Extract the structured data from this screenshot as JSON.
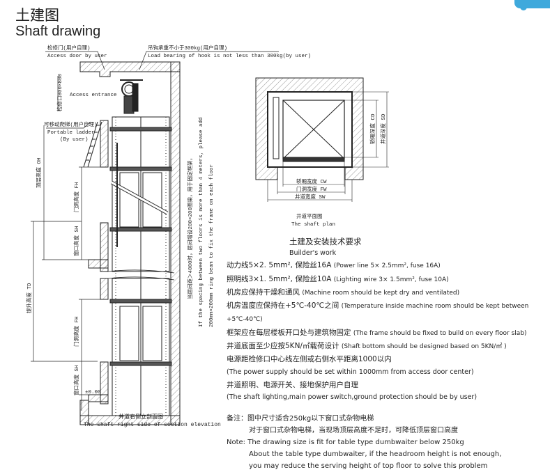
{
  "header": {
    "title_cn": "土建图",
    "title_en": "Shaft drawing"
  },
  "elevation": {
    "access_door_cn": "检修门(用户自理)",
    "access_door_en": "Access door by user",
    "hook_cn": "吊钩承重不小于300kg(用户自理)",
    "hook_en": "Load bearing of hook is not less than 300kg(by user)",
    "access_opening": "检修口800×800",
    "access_entrance": "Access entrance",
    "ladder_cn": "可移动爬梯(用户自理)",
    "ladder_en": "Portable ladder",
    "ladder_by": "(By user)",
    "oh": "顶层高度 OH",
    "fh": "门洞高度 FH",
    "sh": "窗口高度 SH",
    "td": "提升高度 TD",
    "zero": "±0.00",
    "ring_cn": "当层间距＞4000时，层间增设200×200圈梁，用于固定框架，",
    "ring_en1": "If the spacing between two floors is more than 4 meters, please add",
    "ring_en2": "200mm×200mm ring beam to fix the frame on each floor",
    "caption_cn": "井道右侧立剖面图",
    "caption_en": "The shaft right side of section elevation"
  },
  "plan": {
    "cw": "轿厢宽度 CW",
    "fw": "门洞宽度 FW",
    "sw": "井道宽度 SW",
    "cd": "轿厢深度 CD",
    "sd": "井道深度 SD",
    "caption_cn": "井道平面图",
    "caption_en": "The shaft plan"
  },
  "requirements": {
    "heading_cn": "土建及安装技术要求",
    "heading_en": "Builder's work",
    "items": [
      {
        "cn": "动力线5×2. 5mm², 保险丝16A",
        "en": "(Power line 5× 2.5mm², fuse 16A)"
      },
      {
        "cn": "照明线3×1. 5mm², 保险丝10A",
        "en": "(Lighting wire 3× 1.5mm², fuse 10A)"
      },
      {
        "cn": "机房应保持干燥和通风",
        "en": "(Machine room should be kept dry and ventilated)"
      },
      {
        "cn": "机房温度应保持在+5℃-40℃之间",
        "en": "(Temperature inside machine room should be kept between +5℃-40℃)"
      },
      {
        "cn": "框架应在每层楼板开口处与建筑物固定",
        "en": "(The frame should be fixed to build on every floor slab)"
      },
      {
        "cn": "井道底面至少应按5KN/㎡载荷设计",
        "en": "(Shaft bottom should be designed based on 5KN/㎡ )"
      }
    ],
    "power_cn": "电源距检修口中心线左侧或右侧水平距离1000以内",
    "power_en": "(The power supply should be set within 1000mm from access door center)",
    "lighting_cn": "井道照明、电源开关、接地保护用户自理",
    "lighting_en": "(The shaft lighting,main power switch,ground protection should be by user)",
    "note_cn_label": "备注：",
    "note_cn_1": "图中尺寸适合250kg以下窗口式杂物电梯",
    "note_cn_2": "对于窗口式杂物电梯，当现场顶层高度不足时，可降低顶层窗口高度",
    "note_en_label": "Note:",
    "note_en_1": "The drawing size is fit for table type dumbwaiter below 250kg",
    "note_en_2": "About the table type dumbwaiter, if the headroom height is not enough,",
    "note_en_3": "you may reduce the serving height of top floor to solve this problem"
  },
  "colors": {
    "accent": "#3fa9dc",
    "line": "#222222"
  }
}
